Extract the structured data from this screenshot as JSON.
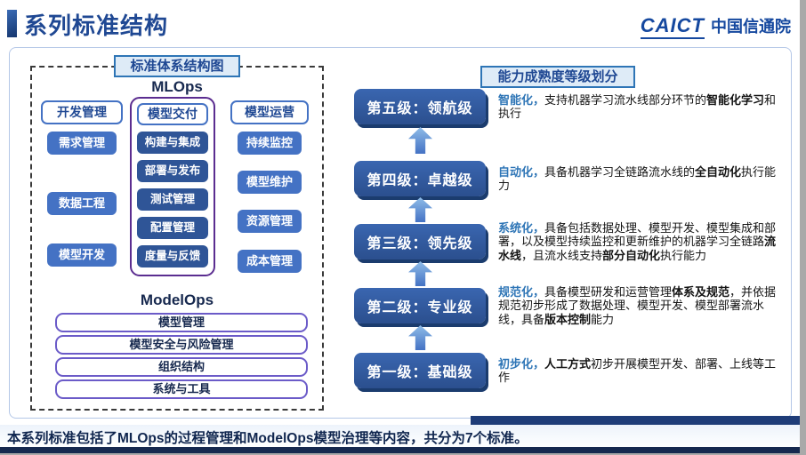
{
  "colors": {
    "title_blue": "#1F4893",
    "chip_blue": "#4472C4",
    "deep_chip_blue": "#2F5597",
    "level_box_blue": "#2B4F8E",
    "level_box_shadow": "#1B3C6E",
    "purple_frame": "#5B2D90",
    "bar_border_purple": "#6B5BC8",
    "badge_bg": "#DEEBF7",
    "badge_border": "#2E75B6",
    "keyword_blue": "#2E75B6",
    "footer_navy": "#16294F"
  },
  "header": {
    "title": "系列标准结构",
    "logo_caict": "CAICT",
    "logo_cn": "中国信通院"
  },
  "left_panel": {
    "badge": "标准体系结构图",
    "mlops_title": "MLOps",
    "columns": [
      {
        "header": "开发管理",
        "items": [
          "需求管理",
          "数据工程",
          "模型开发"
        ]
      },
      {
        "header": "模型交付",
        "items": [
          "构建与集成",
          "部署与发布",
          "测试管理",
          "配置管理",
          "度量与反馈"
        ]
      },
      {
        "header": "模型运营",
        "items": [
          "持续监控",
          "模型维护",
          "资源管理",
          "成本管理"
        ]
      }
    ],
    "modelops_title": "ModelOps",
    "bars": [
      "模型管理",
      "模型安全与风险管理",
      "组织结构",
      "系统与工具"
    ]
  },
  "right_panel": {
    "badge": "能力成熟度等级划分",
    "levels": [
      {
        "title": "第五级：领航级",
        "desc": [
          [
            "智能化，",
            "em"
          ],
          [
            "支持机器学习流水线部分环节的",
            ""
          ],
          [
            "智能化学习",
            "b"
          ],
          [
            "和执行",
            ""
          ]
        ]
      },
      {
        "title": "第四级：卓越级",
        "desc": [
          [
            "自动化，",
            "em"
          ],
          [
            "具备机器学习全链路流水线的",
            ""
          ],
          [
            "全自动化",
            "b"
          ],
          [
            "执行能力",
            ""
          ]
        ]
      },
      {
        "title": "第三级：领先级",
        "desc": [
          [
            "系统化，",
            "em"
          ],
          [
            "具备包括数据处理、模型开发、模型集成和部署，以及模型持续监控和更新维护的机器学习全链路",
            ""
          ],
          [
            "流水线",
            "b"
          ],
          [
            "，且流水线支持",
            ""
          ],
          [
            "部分自动化",
            "b"
          ],
          [
            "执行能力",
            ""
          ]
        ]
      },
      {
        "title": "第二级：专业级",
        "desc": [
          [
            "规范化，",
            "em"
          ],
          [
            "具备模型研发和运营管理",
            ""
          ],
          [
            "体系及规范",
            "b"
          ],
          [
            "，并依据规范初步形成了数据处理、模型开发、模型部署流水线，具备",
            ""
          ],
          [
            "版本控制",
            "b"
          ],
          [
            "能力",
            ""
          ]
        ]
      },
      {
        "title": "第一级：基础级",
        "desc": [
          [
            "初步化，",
            "em"
          ],
          [
            "人工方式",
            "b"
          ],
          [
            "初步开展模型开发、部署、上线等工作",
            ""
          ]
        ]
      }
    ]
  },
  "footer": {
    "text": "本系列标准包括了MLOps的过程管理和ModelOps模型治理等内容，共分为7个标准。"
  }
}
